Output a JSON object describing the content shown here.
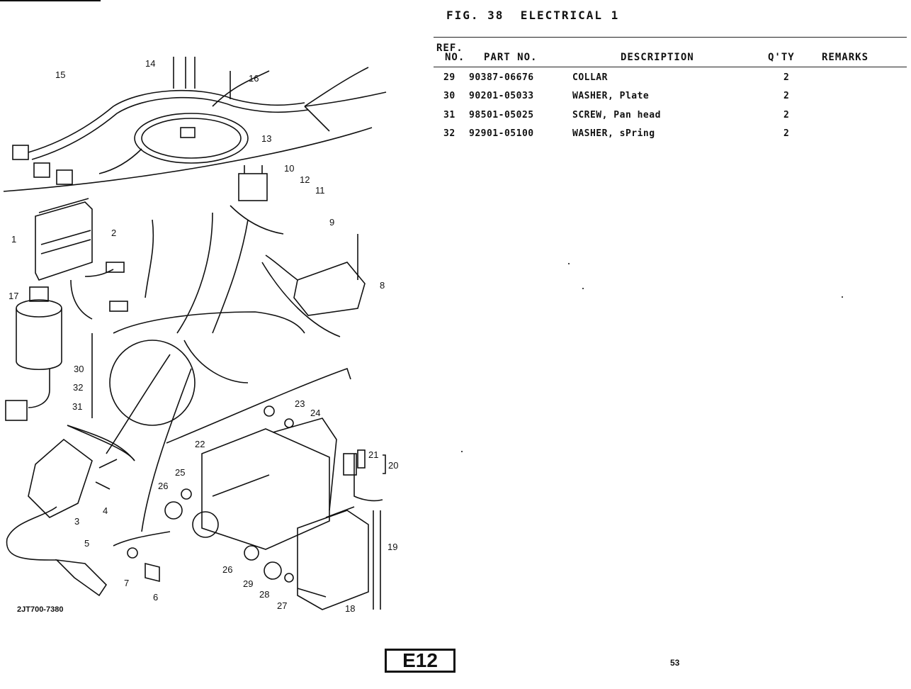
{
  "header": {
    "fig": "FIG. 38",
    "title": "ELECTRICAL 1"
  },
  "columns": {
    "ref_line1": "REF.",
    "ref_line2": "NO.",
    "part_no": "PART NO.",
    "description": "DESCRIPTION",
    "qty": "Q'TY",
    "remarks": "REMARKS"
  },
  "parts": [
    {
      "ref": "29",
      "part_no": "90387-06676",
      "description": "COLLAR",
      "qty": "2"
    },
    {
      "ref": "30",
      "part_no": "90201-05033",
      "description": "WASHER, Plate",
      "qty": "2"
    },
    {
      "ref": "31",
      "part_no": "98501-05025",
      "description": "SCREW, Pan head",
      "qty": "2"
    },
    {
      "ref": "32",
      "part_no": "92901-05100",
      "description": "WASHER, sPring",
      "qty": "2"
    }
  ],
  "diagram": {
    "callouts": [
      "1",
      "2",
      "3",
      "4",
      "5",
      "6",
      "7",
      "8",
      "9",
      "10",
      "11",
      "12",
      "13",
      "14",
      "15",
      "16",
      "17",
      "18",
      "19",
      "20",
      "21",
      "22",
      "23",
      "24",
      "25",
      "26",
      "26",
      "27",
      "28",
      "29",
      "30",
      "31",
      "32"
    ],
    "drawing_code": "2JT700-7380"
  },
  "footer": {
    "badge": "E12",
    "page": "53"
  }
}
